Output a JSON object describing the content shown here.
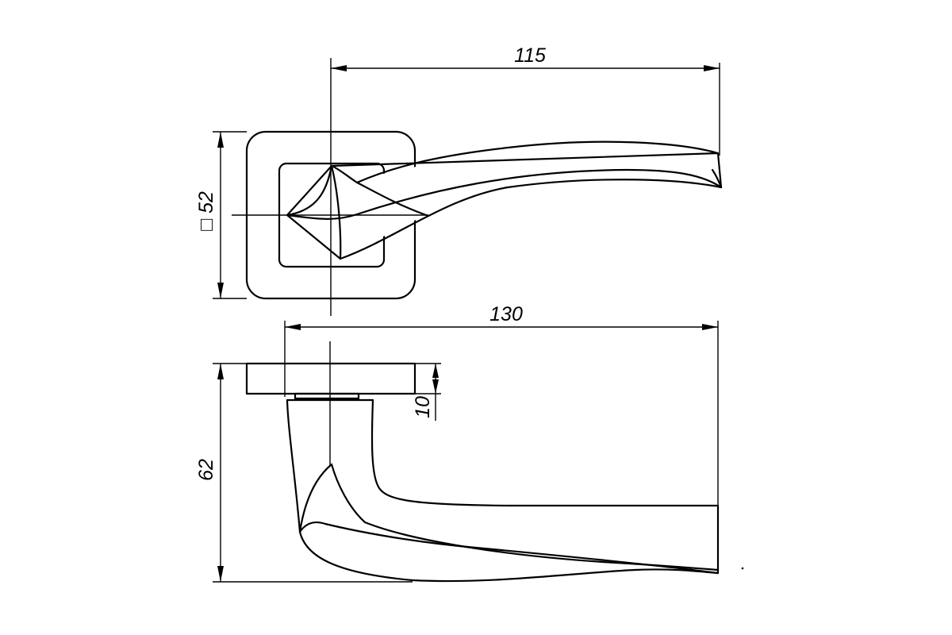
{
  "drawing": {
    "dimensions": {
      "handle_length_top": "115",
      "rosette_square": "□ 52",
      "total_length": "130",
      "rosette_thickness": "10",
      "projection_height": "62"
    }
  }
}
